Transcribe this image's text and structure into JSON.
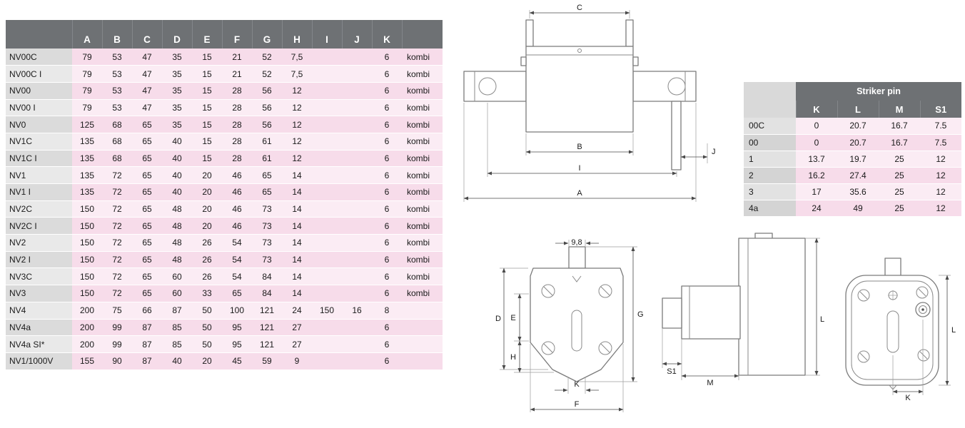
{
  "main_table": {
    "header": [
      "A",
      "B",
      "C",
      "D",
      "E",
      "F",
      "G",
      "H",
      "I",
      "J",
      "K",
      ""
    ],
    "rows": [
      {
        "name": "NV00C",
        "values": [
          "79",
          "53",
          "47",
          "35",
          "15",
          "21",
          "52",
          "7,5",
          "",
          "",
          "6",
          "kombi"
        ]
      },
      {
        "name": "NV00C I",
        "values": [
          "79",
          "53",
          "47",
          "35",
          "15",
          "21",
          "52",
          "7,5",
          "",
          "",
          "6",
          "kombi"
        ]
      },
      {
        "name": "NV00",
        "values": [
          "79",
          "53",
          "47",
          "35",
          "15",
          "28",
          "56",
          "12",
          "",
          "",
          "6",
          "kombi"
        ]
      },
      {
        "name": "NV00 I",
        "values": [
          "79",
          "53",
          "47",
          "35",
          "15",
          "28",
          "56",
          "12",
          "",
          "",
          "6",
          "kombi"
        ]
      },
      {
        "name": "NV0",
        "values": [
          "125",
          "68",
          "65",
          "35",
          "15",
          "28",
          "56",
          "12",
          "",
          "",
          "6",
          "kombi"
        ]
      },
      {
        "name": "NV1C",
        "values": [
          "135",
          "68",
          "65",
          "40",
          "15",
          "28",
          "61",
          "12",
          "",
          "",
          "6",
          "kombi"
        ]
      },
      {
        "name": "NV1C I",
        "values": [
          "135",
          "68",
          "65",
          "40",
          "15",
          "28",
          "61",
          "12",
          "",
          "",
          "6",
          "kombi"
        ]
      },
      {
        "name": "NV1",
        "values": [
          "135",
          "72",
          "65",
          "40",
          "20",
          "46",
          "65",
          "14",
          "",
          "",
          "6",
          "kombi"
        ]
      },
      {
        "name": "NV1 I",
        "values": [
          "135",
          "72",
          "65",
          "40",
          "20",
          "46",
          "65",
          "14",
          "",
          "",
          "6",
          "kombi"
        ]
      },
      {
        "name": "NV2C",
        "values": [
          "150",
          "72",
          "65",
          "48",
          "20",
          "46",
          "73",
          "14",
          "",
          "",
          "6",
          "kombi"
        ]
      },
      {
        "name": "NV2C I",
        "values": [
          "150",
          "72",
          "65",
          "48",
          "20",
          "46",
          "73",
          "14",
          "",
          "",
          "6",
          "kombi"
        ]
      },
      {
        "name": "NV2",
        "values": [
          "150",
          "72",
          "65",
          "48",
          "26",
          "54",
          "73",
          "14",
          "",
          "",
          "6",
          "kombi"
        ]
      },
      {
        "name": "NV2 I",
        "values": [
          "150",
          "72",
          "65",
          "48",
          "26",
          "54",
          "73",
          "14",
          "",
          "",
          "6",
          "kombi"
        ]
      },
      {
        "name": "NV3C",
        "values": [
          "150",
          "72",
          "65",
          "60",
          "26",
          "54",
          "84",
          "14",
          "",
          "",
          "6",
          "kombi"
        ]
      },
      {
        "name": "NV3",
        "values": [
          "150",
          "72",
          "65",
          "60",
          "33",
          "65",
          "84",
          "14",
          "",
          "",
          "6",
          "kombi"
        ]
      },
      {
        "name": "NV4",
        "values": [
          "200",
          "75",
          "66",
          "87",
          "50",
          "100",
          "121",
          "24",
          "150",
          "16",
          "8",
          ""
        ]
      },
      {
        "name": "NV4a",
        "values": [
          "200",
          "99",
          "87",
          "85",
          "50",
          "95",
          "121",
          "27",
          "",
          "",
          "6",
          ""
        ]
      },
      {
        "name": "NV4a SI*",
        "values": [
          "200",
          "99",
          "87",
          "85",
          "50",
          "95",
          "121",
          "27",
          "",
          "",
          "6",
          ""
        ]
      },
      {
        "name": "NV1/1000V",
        "values": [
          "155",
          "90",
          "87",
          "40",
          "20",
          "45",
          "59",
          "9",
          "",
          "",
          "6",
          ""
        ]
      }
    ]
  },
  "striker_table": {
    "title": "Striker pin",
    "header": [
      "K",
      "L",
      "M",
      "S1"
    ],
    "rows": [
      {
        "name": "00C",
        "values": [
          "0",
          "20.7",
          "16.7",
          "7.5"
        ]
      },
      {
        "name": "00",
        "values": [
          "0",
          "20.7",
          "16.7",
          "7.5"
        ]
      },
      {
        "name": "1",
        "values": [
          "13.7",
          "19.7",
          "25",
          "12"
        ]
      },
      {
        "name": "2",
        "values": [
          "16.2",
          "27.4",
          "25",
          "12"
        ]
      },
      {
        "name": "3",
        "values": [
          "17",
          "35.6",
          "25",
          "12"
        ]
      },
      {
        "name": "4a",
        "values": [
          "24",
          "49",
          "25",
          "12"
        ]
      }
    ]
  },
  "drawings": {
    "top_view": {
      "dim_c": "C",
      "dim_b": "B",
      "dim_i": "I",
      "dim_a": "A",
      "dim_j": "J"
    },
    "front_view": {
      "dim_width": "9,8",
      "dim_d": "D",
      "dim_e": "E",
      "dim_h": "H",
      "dim_g": "G",
      "dim_k": "K",
      "dim_f": "F"
    },
    "side_view": {
      "dim_s1": "S1",
      "dim_m": "M",
      "dim_l": "L"
    },
    "rear_view": {
      "dim_k": "K",
      "dim_l": "L"
    }
  },
  "colors": {
    "header_bg": "#6e7174",
    "row_pink_dark": "#f7dcea",
    "row_pink_light": "#fbecf4",
    "row_gray_dark": "#dbdbdb",
    "row_gray_light": "#e9e9e9",
    "table_text": "#1a1a1a"
  }
}
